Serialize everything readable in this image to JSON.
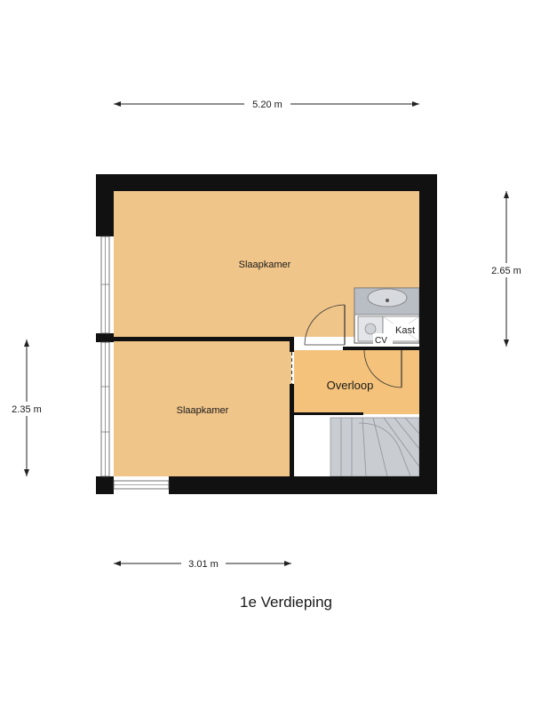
{
  "title": "1e Verdieping",
  "dimensions": {
    "top_width": "5.20 m",
    "right_height": "2.65 m",
    "left_height": "2.35 m",
    "bottom_width": "3.01 m"
  },
  "rooms": {
    "bedroom_1": "Slaapkamer",
    "bedroom_2": "Slaapkamer",
    "landing": "Overloop",
    "closet": "Kast",
    "cv": "CV"
  },
  "colors": {
    "wall": "#111111",
    "bedroom_floor": "#f0c58a",
    "landing_floor": "#f4c27a",
    "stair": "#c9ccd1",
    "bath_fixture": "#b9bdc4"
  }
}
